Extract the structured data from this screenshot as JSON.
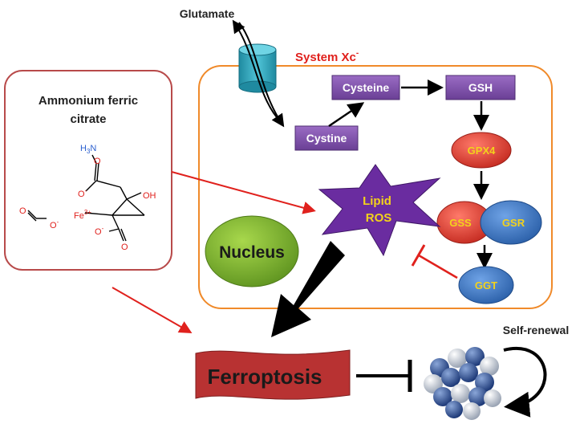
{
  "labels": {
    "glutamate": "Glutamate",
    "system_xc": "System Xc",
    "system_xc_sup": "-",
    "ammonium_line1": "Ammonium ferric",
    "ammonium_line2": "citrate",
    "cysteine": "Cysteine",
    "gsh": "GSH",
    "cystine": "Cystine",
    "gpx4": "GPX4",
    "lipid": "Lipid",
    "ros": "ROS",
    "gss": "GSS",
    "gsr": "GSR",
    "ggt": "GGT",
    "nucleus": "Nucleus",
    "ferroptosis": "Ferroptosis",
    "self_renewal": "Self-renewal"
  },
  "molecule": {
    "h3n": "H",
    "h3n_sub": "3",
    "h3n_n": "N",
    "o_neg": "O",
    "o_neg_sup": "-",
    "oh": "OH",
    "fe": "Fe",
    "fe_sup": "3+",
    "o": "O"
  },
  "colors": {
    "purple_box": "#7b4fa2",
    "gpx4_red": "#e03a2f",
    "gss_red": "#e03a2f",
    "gsr_blue": "#3a74c4",
    "ggt_blue": "#3a74c4",
    "ros_star": "#6a2ca0",
    "ros_text": "#f3d21b",
    "nucleus_green": "#7ab32e",
    "ferroptosis_red": "#b83232",
    "cell_border": "#f08a2a",
    "arrow_red": "#e0211d"
  },
  "icons": {
    "transporter": "cylinder-transporter-icon",
    "cell_cluster": "stem-cell-cluster-icon"
  }
}
